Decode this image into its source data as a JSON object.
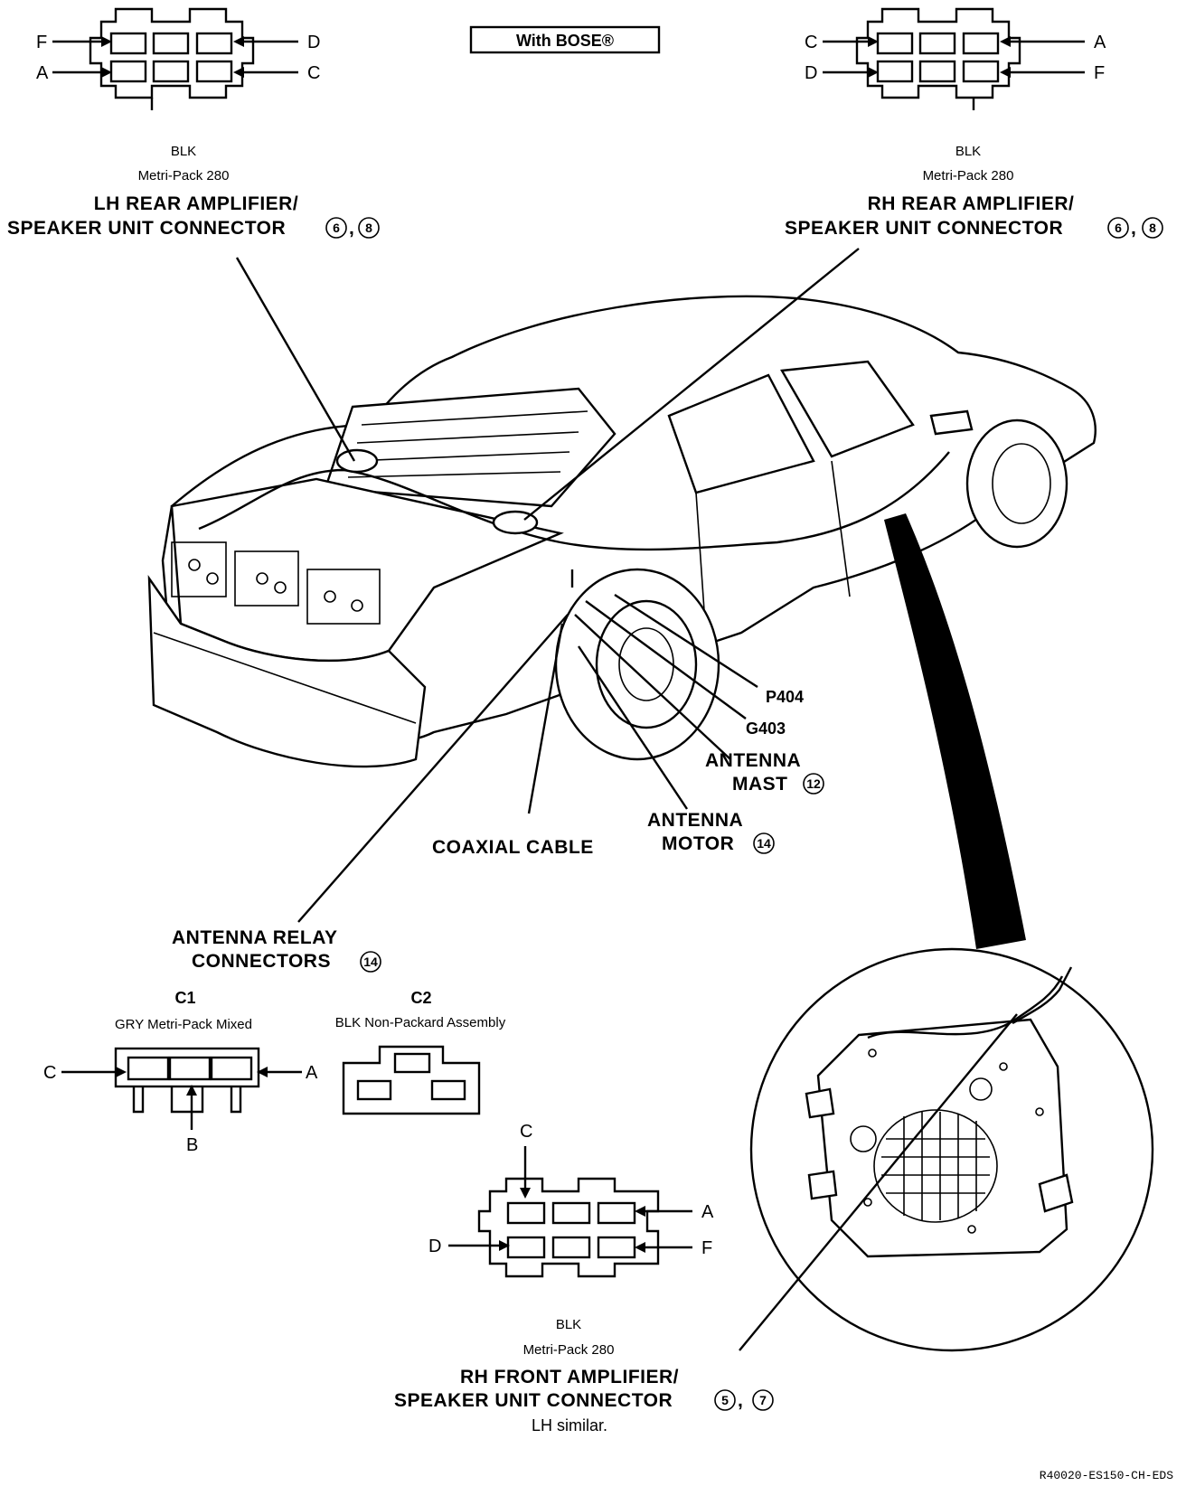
{
  "bose_badge": "With BOSE®",
  "lh_rear_connector": {
    "color": "BLK",
    "type": "Metri-Pack 280",
    "title_line1": "LH REAR AMPLIFIER/",
    "title_line2": "SPEAKER UNIT CONNECTOR",
    "refs": [
      "6",
      "8"
    ],
    "pins": {
      "top_left": "F",
      "top_right": "D",
      "bottom_left": "A",
      "bottom_right": "C"
    }
  },
  "rh_rear_connector": {
    "color": "BLK",
    "type": "Metri-Pack 280",
    "title_line1": "RH REAR AMPLIFIER/",
    "title_line2": "SPEAKER UNIT CONNECTOR",
    "refs": [
      "6",
      "8"
    ],
    "pins": {
      "top_left": "C",
      "top_right": "A",
      "bottom_left": "D",
      "bottom_right": "F"
    }
  },
  "callouts": {
    "p404": "P404",
    "g403": "G403",
    "antenna_mast_line1": "ANTENNA",
    "antenna_mast_line2": "MAST",
    "antenna_mast_ref": "12",
    "antenna_motor_line1": "ANTENNA",
    "antenna_motor_line2": "MOTOR",
    "antenna_motor_ref": "14",
    "coaxial_cable": "COAXIAL CABLE",
    "relay_line1": "ANTENNA  RELAY",
    "relay_line2": "CONNECTORS",
    "relay_ref": "14"
  },
  "c1": {
    "name": "C1",
    "desc": "GRY Metri-Pack Mixed",
    "pins": {
      "left": "C",
      "right": "A",
      "bottom": "B"
    }
  },
  "c2": {
    "name": "C2",
    "desc": "BLK Non-Packard Assembly"
  },
  "rh_front_connector": {
    "color": "BLK",
    "type": "Metri-Pack 280",
    "title_line1": "RH FRONT AMPLIFIER/",
    "title_line2": "SPEAKER UNIT CONNECTOR",
    "refs": [
      "5",
      "7"
    ],
    "note": "LH similar.",
    "pins": {
      "top": "C",
      "right_top": "A",
      "left_bottom": "D",
      "right_bottom": "F"
    }
  },
  "figure_code": "R40020-ES150-CH-EDS"
}
